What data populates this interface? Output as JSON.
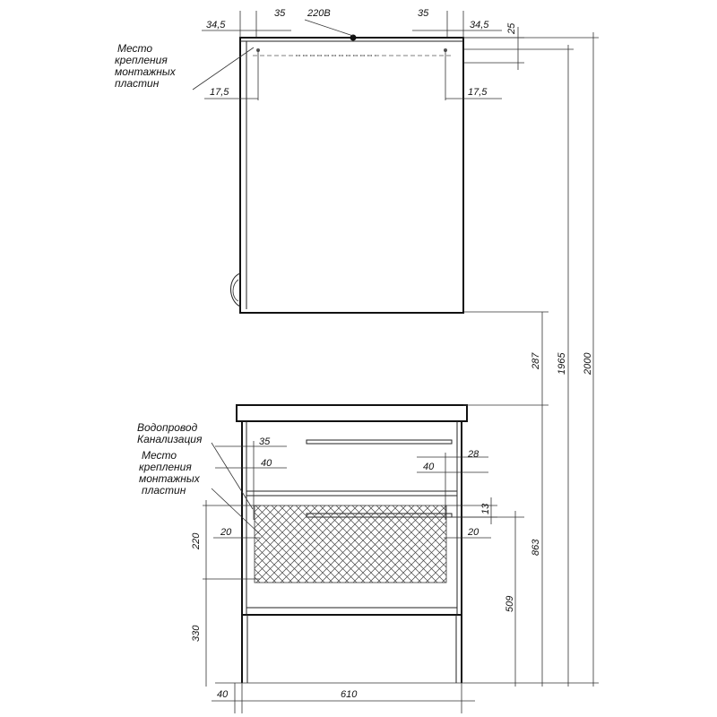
{
  "dims": {
    "top_side_left": "34,5",
    "top_left_35": "35",
    "top_power": "220В",
    "top_right_35": "35",
    "top_side_right": "34,5",
    "top_25": "25",
    "top_left_175": "17,5",
    "top_right_175": "17,5",
    "v287": "287",
    "v1965": "1965",
    "v2000": "2000",
    "b_35": "35",
    "b_28": "28",
    "b_40_left": "40",
    "b_40_right": "40",
    "b_13": "13",
    "b_20_left": "20",
    "b_20_right": "20",
    "v220": "220",
    "v330": "330",
    "v509": "509",
    "v863": "863",
    "bottom_40": "40",
    "bottom_610": "610"
  },
  "labels": {
    "mount_top_1": "Место",
    "mount_top_2": "крепления",
    "mount_top_3": "монтажных",
    "mount_top_4": "пластин",
    "water_supply": "Водопровод",
    "sewer": "Канализация",
    "mount_bottom_1": "Место",
    "mount_bottom_2": "крепления",
    "mount_bottom_3": "монтажных",
    "mount_bottom_4": "пластин"
  }
}
